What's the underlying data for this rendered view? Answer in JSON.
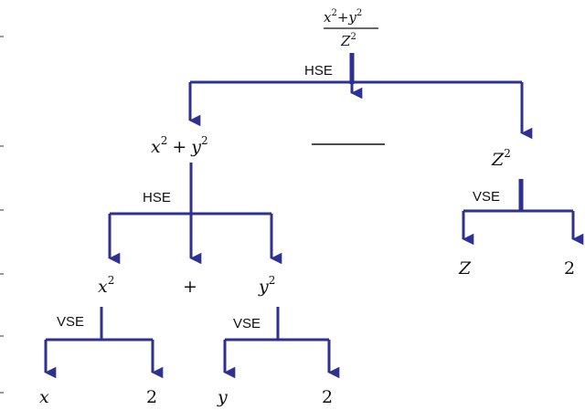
{
  "colors": {
    "tree_lines": "#2e3192",
    "text": "#111111"
  },
  "root": {
    "numerator_x": "x",
    "numerator_plus": "+",
    "numerator_y": "y",
    "exp": "2",
    "denominator_z": "Z"
  },
  "labels": {
    "root_split": "HSE",
    "sum_split": "HSE",
    "x2_split": "VSE",
    "y2_split": "VSE",
    "z2_split": "VSE"
  },
  "nodes": {
    "sum": {
      "x": "x",
      "plus": "+",
      "y": "y",
      "exp": "2"
    },
    "z2": {
      "base": "Z",
      "exp": "2"
    },
    "x2": {
      "base": "x",
      "exp": "2"
    },
    "plus": "+",
    "y2": {
      "base": "y",
      "exp": "2"
    },
    "leaf_x": "x",
    "leaf_x_exp": "2",
    "leaf_y": "y",
    "leaf_y_exp": "2",
    "leaf_z": "Z",
    "leaf_z_exp": "2"
  }
}
